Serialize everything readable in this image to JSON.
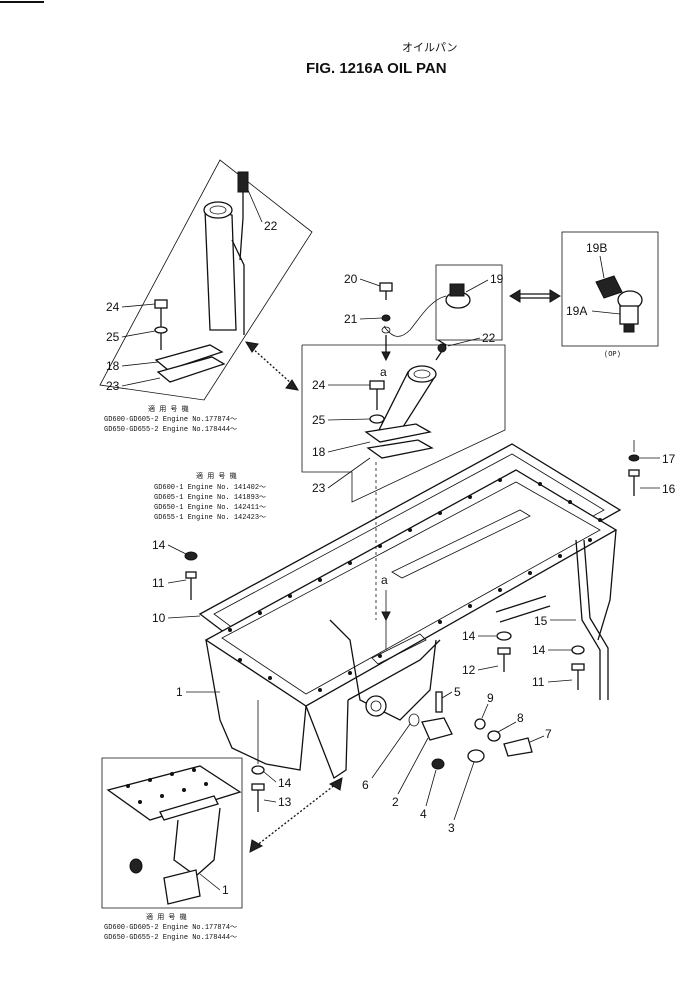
{
  "header": {
    "subtitle_jp": "オイルパン",
    "title": "FIG. 1216A  OIL PAN"
  },
  "part_labels": {
    "p1": "1",
    "p1b": "1",
    "p2": "2",
    "p3": "3",
    "p4": "4",
    "p5": "5",
    "p6": "6",
    "p7": "7",
    "p8": "8",
    "p9": "9",
    "p10": "10",
    "p11a": "11",
    "p11b": "11",
    "p12": "12",
    "p13": "13",
    "p14a": "14",
    "p14b": "14",
    "p14c": "14",
    "p14d": "14",
    "p15": "15",
    "p16": "16",
    "p17": "17",
    "p18a": "18",
    "p18b": "18",
    "p19": "19",
    "p19a": "19A",
    "p19b": "19B",
    "p20": "20",
    "p21": "21",
    "p22a": "22",
    "p22b": "22",
    "p23a": "23",
    "p23b": "23",
    "p24a": "24",
    "p24b": "24",
    "p25a": "25",
    "p25b": "25",
    "a1": "a",
    "a2": "a",
    "op": "(OP)"
  },
  "applicability_notes": {
    "upper_left": {
      "heading": "適 用 号 機",
      "line1": "GD600·GD605-2  Engine  No.177874～",
      "line2": "GD650·GD655-2  Engine  No.178444～"
    },
    "middle": {
      "heading": "適 用 号 機",
      "line1": "GD600-1  Engine  No.  141402～",
      "line2": "GD605-1  Engine  No.  141893～",
      "line3": "GD650-1  Engine  No.  142411～",
      "line4": "GD655-1  Engine  No.  142423～"
    },
    "lower_left": {
      "heading": "適 用 号 機",
      "line1": "GD600·GD605-2  Engine  No.177874～",
      "line2": "GD650·GD655-2  Engine  No.178444～"
    }
  }
}
